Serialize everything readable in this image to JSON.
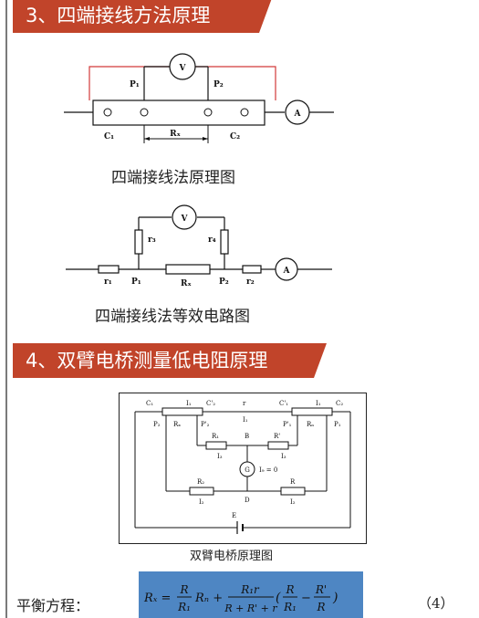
{
  "section3": {
    "title": "3、四端接线方法原理",
    "fig1_caption": "四端接线法原理图",
    "fig2_caption": "四端接线法等效电路图",
    "fig1_labels": {
      "v": "V",
      "a": "A",
      "p1": "P₁",
      "p2": "P₂",
      "c1": "C₁",
      "c2": "C₂",
      "rx": "Rₓ"
    },
    "fig2_labels": {
      "v": "V",
      "a": "A",
      "r1": "r₁",
      "r2": "r₂",
      "r3": "r₃",
      "r4": "r₄",
      "p1": "P₁",
      "p2": "P₂",
      "rx": "Rₓ"
    }
  },
  "section4": {
    "title": "4、双臂电桥测量低电阻原理",
    "fig3_caption": "双臂电桥原理图",
    "fig3_labels": {
      "c1": "C₁",
      "i1_top": "I₁",
      "c2p": "C'₂",
      "r": "r",
      "c1p": "C'₁",
      "i1_top2": "I₁",
      "c2": "C₂",
      "p2": "P₂",
      "rx": "Rₓ",
      "p2p": "P'₂",
      "i1_mid": "I₁",
      "p1p": "P'₁",
      "rn": "Rₙ",
      "p1": "P₁",
      "r1": "R₁",
      "b": "B",
      "rp": "R'",
      "i3a": "I₃",
      "i3b": "I₃",
      "g": "G",
      "ig": "I₉ = 0",
      "r2": "R₂",
      "rr": "R",
      "i2a": "I₂",
      "d": "D",
      "i2b": "I₂",
      "e": "E"
    }
  },
  "balance": {
    "label": "平衡方程：",
    "number": "（4）",
    "formula": {
      "lhs": "Rₓ =",
      "frac1_num": "R",
      "frac1_den": "R₁",
      "rn": "Rₙ +",
      "frac2_num": "R₁r",
      "frac2_den": "R + R' + r",
      "paren_open": "(",
      "frac3_num": "R",
      "frac3_den": "R₁",
      "minus": "−",
      "frac4_num": "R'",
      "frac4_den": "R",
      "paren_close": ")"
    }
  }
}
